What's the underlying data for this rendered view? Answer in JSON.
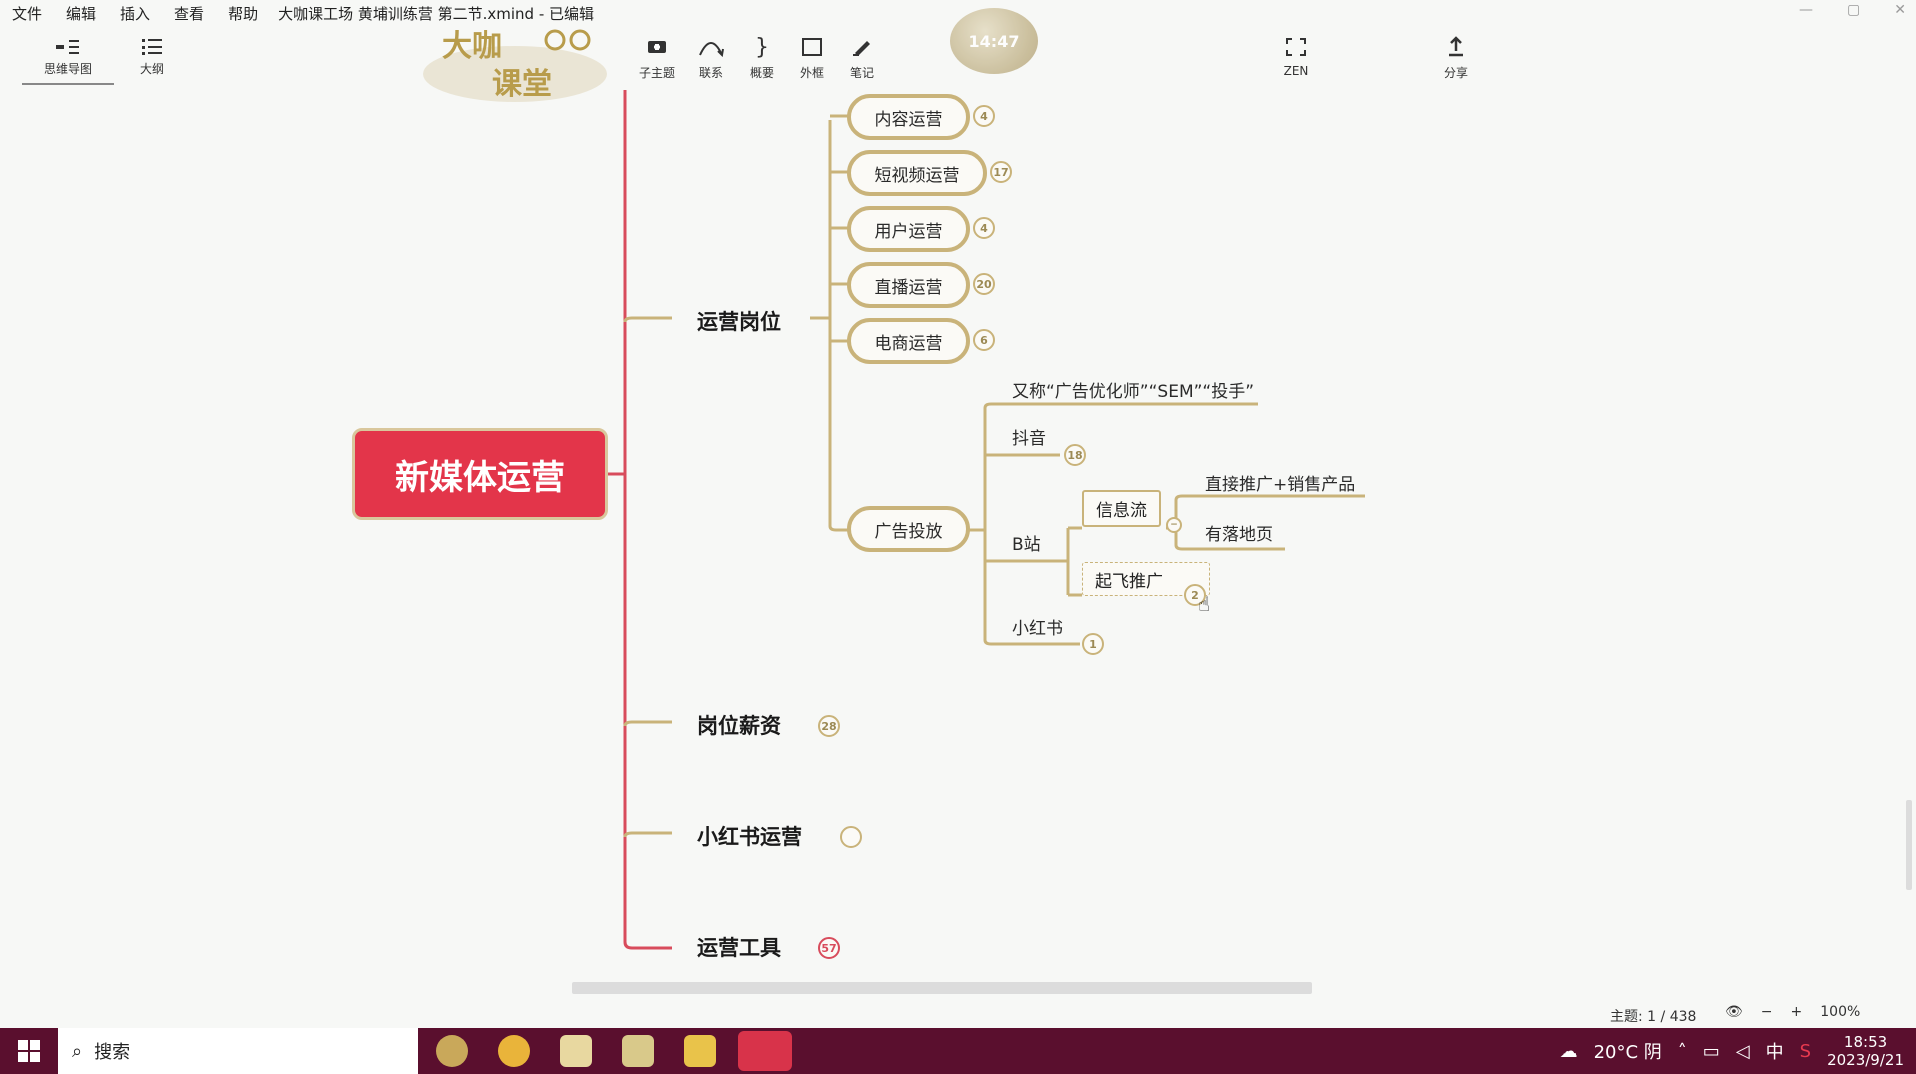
{
  "window": {
    "title": "大咖课工场 黄埔训练营 第二节.xmind - 已编辑",
    "menu": [
      "文件",
      "编辑",
      "插入",
      "查看",
      "帮助"
    ]
  },
  "toolbar": {
    "view_tabs": [
      {
        "label": "思维导图",
        "icon": "mindmap-icon"
      },
      {
        "label": "大纲",
        "icon": "outline-icon"
      }
    ],
    "tools": [
      {
        "label": "子主题",
        "icon": "subtopic-icon"
      },
      {
        "label": "联系",
        "icon": "relationship-icon"
      },
      {
        "label": "概要",
        "icon": "summary-icon"
      },
      {
        "label": "外框",
        "icon": "boundary-icon"
      },
      {
        "label": "笔记",
        "icon": "note-icon"
      },
      {
        "label": "ZEN",
        "icon": "zen-icon"
      },
      {
        "label": "分享",
        "icon": "share-icon"
      }
    ],
    "logo_text": [
      "大咖",
      "课堂"
    ],
    "timer": "14:47"
  },
  "mindmap": {
    "central": "新媒体运营",
    "topics": {
      "ops_positions": "运营岗位",
      "salary": "岗位薪资",
      "xhs_ops": "小红书运营",
      "tools": "运营工具"
    },
    "ops_children": [
      {
        "label": "内容运营",
        "count": "4"
      },
      {
        "label": "短视频运营",
        "count": "17"
      },
      {
        "label": "用户运营",
        "count": "4"
      },
      {
        "label": "直播运营",
        "count": "20"
      },
      {
        "label": "电商运营",
        "count": "6"
      }
    ],
    "ads": {
      "label": "广告投放",
      "aka": "又称“广告优化师”“SEM”“投手”",
      "douyin": {
        "label": "抖音",
        "count": "18"
      },
      "bilibili": {
        "label": "B站",
        "feed": "信息流",
        "feed_children": [
          "直接推广+销售产品",
          "有落地页"
        ],
        "takeoff": {
          "label": "起飞推广",
          "count": "2"
        }
      },
      "xiaohongshu": {
        "label": "小红书",
        "count": "1"
      }
    },
    "salary_count": "28",
    "tools_count": "57"
  },
  "status": {
    "topic_count": "主题: 1 / 438",
    "zoom": "100%"
  },
  "taskbar": {
    "search_placeholder": "搜索",
    "weather": "20°C 阴",
    "ime": "中",
    "time": "18:53",
    "date": "2023/9/21"
  },
  "colors": {
    "central": "#e3354a",
    "branch_gold": "#c9b37a",
    "branch_red": "#d84c5c",
    "taskbar": "#5a0f2e"
  }
}
